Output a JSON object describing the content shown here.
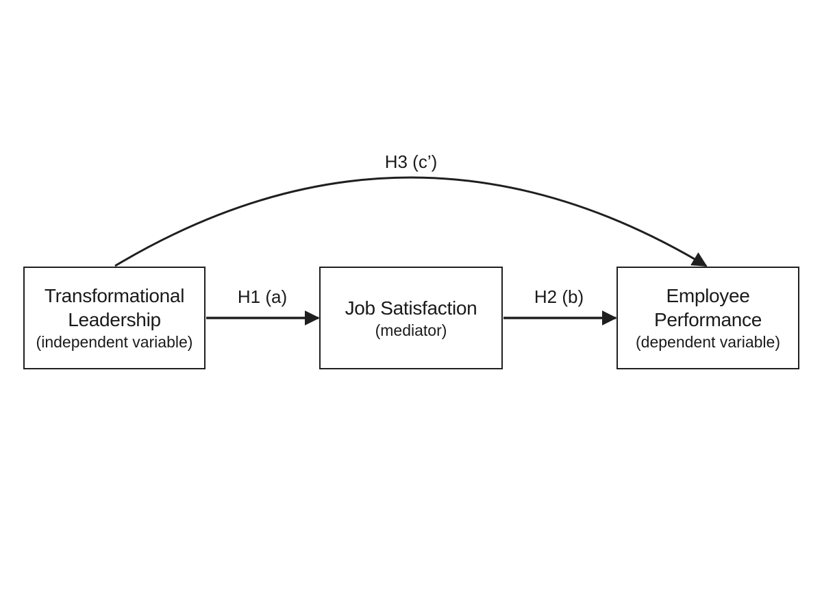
{
  "diagram": {
    "independent_variable": {
      "title_line1": "Transformational",
      "title_line2": "Leadership",
      "role": "(independent variable)"
    },
    "mediator": {
      "title": "Job Satisfaction",
      "role": "(mediator)"
    },
    "dependent_variable": {
      "title_line1": "Employee",
      "title_line2": "Performance",
      "role": "(dependent variable)"
    },
    "paths": {
      "h1": "H1 (a)",
      "h2": "H2 (b)",
      "h3": "H3 (c’)"
    },
    "colors": {
      "stroke": "#1f1f1f",
      "text": "#1a1a1a",
      "background": "#ffffff"
    }
  }
}
